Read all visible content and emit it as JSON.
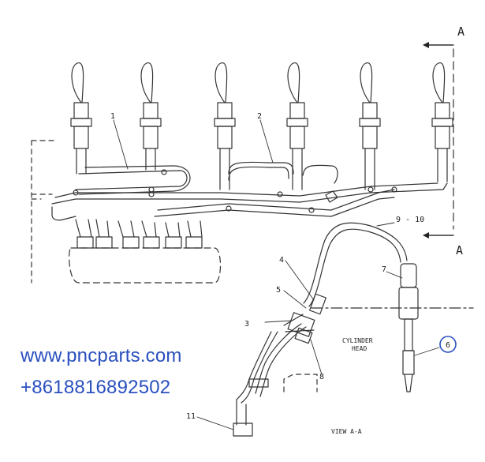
{
  "diagram": {
    "section_marker": "A",
    "callouts": {
      "c1": "1",
      "c2": "2",
      "c3": "3",
      "c4": "4",
      "c5": "5",
      "c6": "6",
      "c7": "7",
      "c8": "8",
      "c9": "9 - 10",
      "c11": "11"
    },
    "cylinder_head_line1": "CYLINDER",
    "cylinder_head_line2": "HEAD",
    "view_label": "VIEW A-A"
  },
  "watermark": {
    "website": "www.pncparts.com",
    "phone": "+8618816892502",
    "color": "#2a4fbf"
  },
  "highlight_color": "#2a4fbf"
}
